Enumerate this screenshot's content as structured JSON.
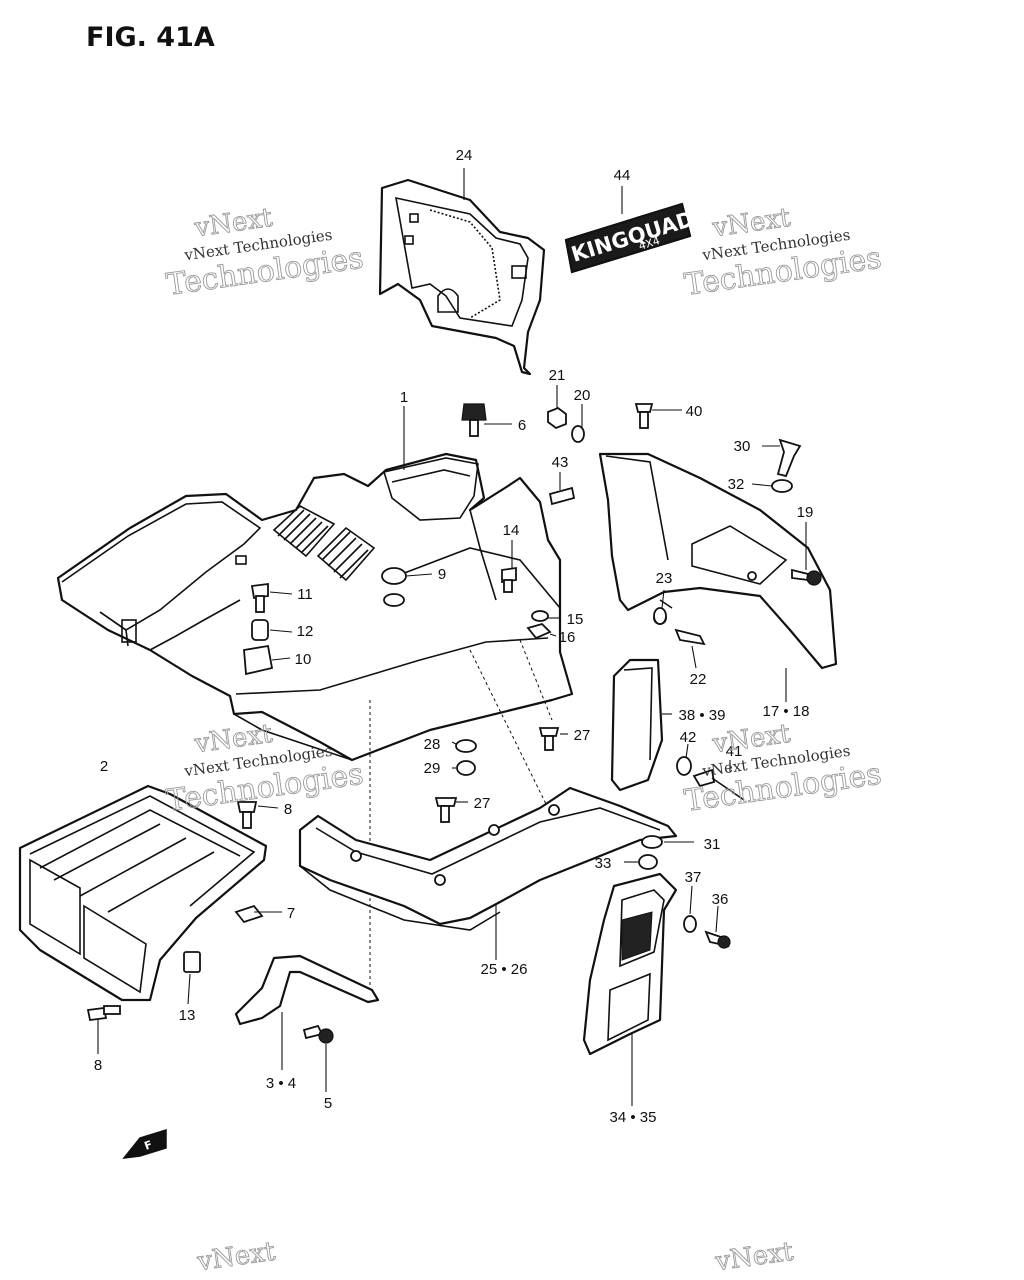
{
  "figure": {
    "title": "FIG. 41A"
  },
  "watermark": {
    "line1": "vNext",
    "line2": "vNext Technologies",
    "line3": "Technologies"
  },
  "emblem": {
    "brand": "KINGQUAD",
    "sub": "4X4"
  },
  "front_arrow": {
    "label": "F"
  },
  "callouts": {
    "c1": "1",
    "c2": "2",
    "c3_4": "3 • 4",
    "c5": "5",
    "c6": "6",
    "c7": "7",
    "c8a": "8",
    "c8b": "8",
    "c9": "9",
    "c10": "10",
    "c11": "11",
    "c12": "12",
    "c13": "13",
    "c14": "14",
    "c15": "15",
    "c16": "16",
    "c17_18": "17 • 18",
    "c19": "19",
    "c20": "20",
    "c21": "21",
    "c22": "22",
    "c23": "23",
    "c24": "24",
    "c25_26": "25 • 26",
    "c27a": "27",
    "c27b": "27",
    "c28": "28",
    "c29": "29",
    "c30": "30",
    "c31": "31",
    "c32": "32",
    "c33": "33",
    "c34_35": "34 • 35",
    "c36": "36",
    "c37": "37",
    "c38_39": "38 • 39",
    "c40": "40",
    "c41": "41",
    "c42": "42",
    "c43": "43",
    "c44": "44"
  }
}
